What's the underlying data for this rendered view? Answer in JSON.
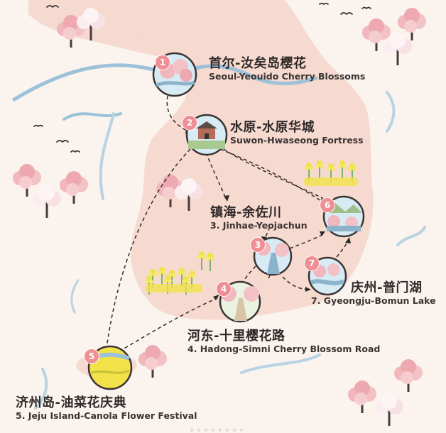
{
  "stops": [
    {
      "number": "1",
      "title_cn": "首尔-汝矣岛樱花",
      "title_en": "Seoul-Yeouido Cherry Blossoms"
    },
    {
      "number": "2",
      "title_cn": "水原-水原华城",
      "title_en": "Suwon-Hwaseong Fortress"
    },
    {
      "number": "3",
      "title_cn": "镇海-余佐川",
      "title_en": "3. Jinhae-Yeojachun"
    },
    {
      "number": "4",
      "title_cn": "河东-十里樱花路",
      "title_en": "4. Hadong-Simni Cherry Blossom Road"
    },
    {
      "number": "5",
      "title_cn": "济州岛-油菜花庆典",
      "title_en": "5. Jeju Island-Canola Flower Festival"
    },
    {
      "number": "6",
      "title_cn": "",
      "title_en": ""
    },
    {
      "number": "7",
      "title_cn": "庆州-普门湖",
      "title_en": "7. Gyeongju-Bomun Lake"
    }
  ],
  "colors": {
    "land": "#f6d9cf",
    "background": "#faf3ee",
    "water": "#9cc1d8",
    "blossom": "#f1b7bd",
    "canola": "#f2e24a",
    "badge": "#ef8f93"
  }
}
